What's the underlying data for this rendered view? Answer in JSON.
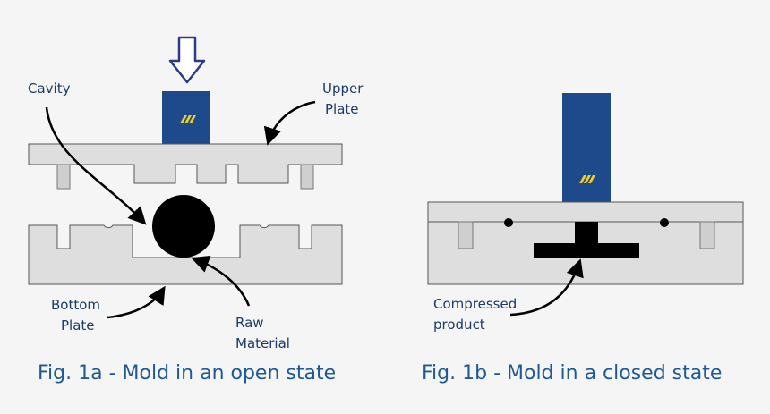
{
  "figure_a": {
    "labels": {
      "cavity": "Cavity",
      "upper_plate_line1": "Upper",
      "upper_plate_line2": "Plate",
      "bottom_plate_line1": "Bottom",
      "bottom_plate_line2": "Plate",
      "raw_material_line1": "Raw",
      "raw_material_line2": "Material"
    },
    "caption": "Fig. 1a - Mold in an open state"
  },
  "figure_b": {
    "labels": {
      "compressed_line1": "Compressed",
      "compressed_line2": "product"
    },
    "caption": "Fig. 1b - Mold in a closed state"
  },
  "colors": {
    "background": "#f5f5f5",
    "plate_fill": "#dedede",
    "plate_stroke": "#555555",
    "ram_fill": "#1e4a8c",
    "ram_mark": "#f2d024",
    "material": "#000000",
    "arrow_outline": "#2a3a8c",
    "text": "#1a3a6b",
    "caption": "#1f5a96"
  },
  "icons": {
    "press_direction": "down-arrow-outline-icon",
    "ram_marking": "slash-mark-icon"
  }
}
